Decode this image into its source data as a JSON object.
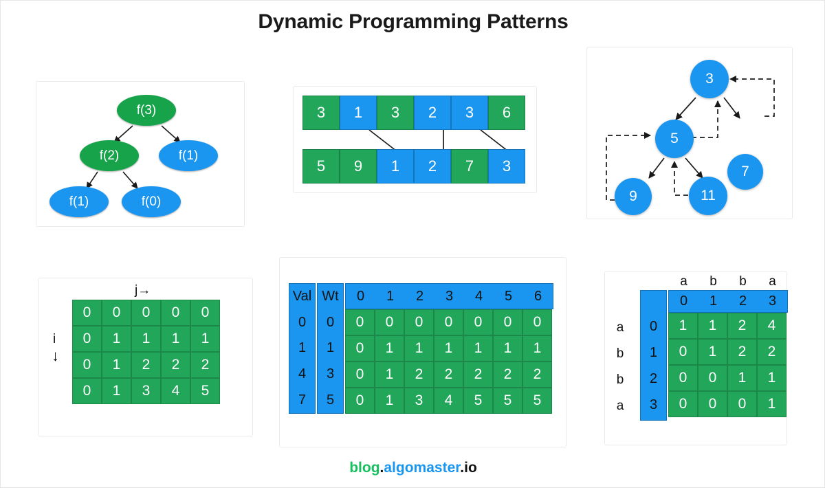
{
  "header": {
    "title": "Dynamic Programming Patterns"
  },
  "footer": {
    "blog": "blog",
    "dot1": ".",
    "name": "algomaster",
    "dot2": ".",
    "tld": "io"
  },
  "colors": {
    "green": "#22A65A",
    "tree_green": "#16A34A",
    "blue": "#1B96F0",
    "footer_green": "#16C060",
    "text_dark": "#111111",
    "panel_border": "#e9e9e9",
    "page_bg": "#ffffff"
  },
  "panels": {
    "recursion_tree": {
      "name": "recursion-tree",
      "nodes": [
        {
          "label": "f(3)",
          "color": "green"
        },
        {
          "label": "f(2)",
          "color": "green"
        },
        {
          "label": "f(1)",
          "color": "blue"
        },
        {
          "label": "f(1)",
          "color": "blue"
        },
        {
          "label": "f(0)",
          "color": "blue"
        }
      ]
    },
    "array_transform": {
      "name": "array-transform",
      "top_row": [
        {
          "value": "3",
          "color": "green"
        },
        {
          "value": "1",
          "color": "blue"
        },
        {
          "value": "3",
          "color": "green"
        },
        {
          "value": "2",
          "color": "blue"
        },
        {
          "value": "3",
          "color": "blue"
        },
        {
          "value": "6",
          "color": "green"
        }
      ],
      "bottom_row": [
        {
          "value": "5",
          "color": "green"
        },
        {
          "value": "9",
          "color": "green"
        },
        {
          "value": "1",
          "color": "blue"
        },
        {
          "value": "2",
          "color": "blue"
        },
        {
          "value": "7",
          "color": "green"
        },
        {
          "value": "3",
          "color": "blue"
        }
      ]
    },
    "graph_backedges": {
      "name": "graph-back-edges",
      "nodes": [
        {
          "label": "3"
        },
        {
          "label": "5"
        },
        {
          "label": "7"
        },
        {
          "label": "9"
        },
        {
          "label": "11"
        }
      ]
    },
    "ij_grid": {
      "name": "ij-grid",
      "axis_j": "j→",
      "axis_i": "i",
      "axis_i_arrow": "↓",
      "rows": [
        [
          "0",
          "0",
          "0",
          "0",
          "0"
        ],
        [
          "0",
          "1",
          "1",
          "1",
          "1"
        ],
        [
          "0",
          "1",
          "2",
          "2",
          "2"
        ],
        [
          "0",
          "1",
          "3",
          "4",
          "5"
        ]
      ]
    },
    "knapsack": {
      "name": "knapsack-table",
      "col_val": "Val",
      "col_wt": "Wt",
      "values": [
        "0",
        "1",
        "4",
        "7"
      ],
      "weights": [
        "0",
        "1",
        "3",
        "5"
      ],
      "capacities": [
        "0",
        "1",
        "2",
        "3",
        "4",
        "5",
        "6"
      ],
      "rows": [
        [
          "0",
          "0",
          "0",
          "0",
          "0",
          "0",
          "0"
        ],
        [
          "0",
          "1",
          "1",
          "1",
          "1",
          "1",
          "1"
        ],
        [
          "0",
          "1",
          "2",
          "2",
          "2",
          "2",
          "2"
        ],
        [
          "0",
          "1",
          "3",
          "4",
          "5",
          "5",
          "5"
        ]
      ]
    },
    "lcs": {
      "name": "lcs-table",
      "col_chars": [
        "a",
        "b",
        "b",
        "a"
      ],
      "row_chars": [
        "a",
        "b",
        "b",
        "a"
      ],
      "col_indices": [
        "0",
        "1",
        "2",
        "3"
      ],
      "row_indices": [
        "0",
        "1",
        "2",
        "3"
      ],
      "rows": [
        [
          "1",
          "1",
          "2",
          "4"
        ],
        [
          "0",
          "1",
          "2",
          "2"
        ],
        [
          "0",
          "0",
          "1",
          "1"
        ],
        [
          "0",
          "0",
          "0",
          "1"
        ]
      ]
    }
  }
}
